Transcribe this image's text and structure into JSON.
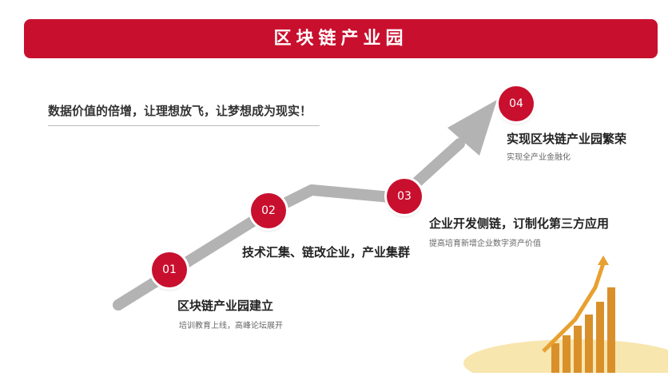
{
  "banner": {
    "title": "区块链产业园"
  },
  "slogan": "数据价值的倍增，让理想放飞，让梦想成为现实！",
  "steps": [
    {
      "num": "01",
      "title": "区块链产业园建立",
      "sub": "培训教育上线，高峰论坛展开"
    },
    {
      "num": "02",
      "title": "技术汇集、链改企业，产业集群",
      "sub": ""
    },
    {
      "num": "03",
      "title": "企业开发侧链，订制化第三方应用",
      "sub": "提高培育新增企业数字资产价值"
    },
    {
      "num": "04",
      "title": "实现区块链产业园繁荣",
      "sub": "实现全产业金融化"
    }
  ],
  "colors": {
    "accent": "#c8102e",
    "path": "#b3b3b3"
  }
}
